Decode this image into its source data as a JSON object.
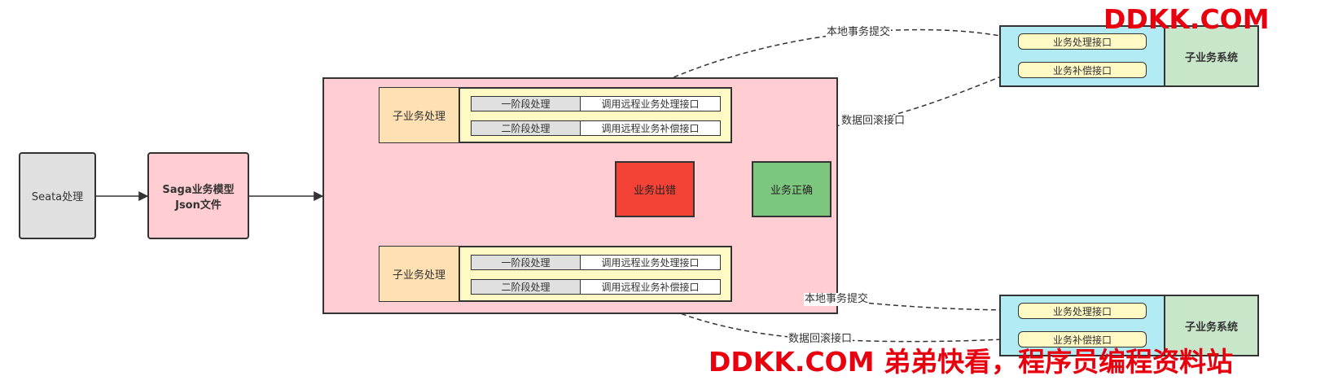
{
  "nodes": {
    "seata": "Seata处理",
    "saga_line1": "Saga业务模型",
    "saga_line2": "Json文件",
    "sub_task_top": "子业务处理",
    "sub_task_bottom": "子业务处理",
    "phase1": "一阶段处理",
    "phase2": "二阶段处理",
    "call_process": "调用远程业务处理接口",
    "call_compensate": "调用远程业务补偿接口",
    "biz_error": "业务出错",
    "biz_ok": "业务正确",
    "subsystem": "子业务系统",
    "process_api": "业务处理接口",
    "compensate_api": "业务补偿接口"
  },
  "edge_labels": {
    "local_commit": "本地事务提交",
    "rollback": "数据回滚接口"
  },
  "watermark": {
    "top": "DDKK.COM",
    "bottom": "DDKK.COM 弟弟快看，程序员编程资料站"
  },
  "colors": {
    "gray": "#e0e0e0",
    "pink": "#ffcdd2",
    "peach": "#ffe0b2",
    "cream": "#fff9c4",
    "red": "#f44336",
    "green": "#7dc67e",
    "cyan": "#b3ebf5",
    "mint": "#c8e6c9",
    "watermark": "#e8000f"
  }
}
